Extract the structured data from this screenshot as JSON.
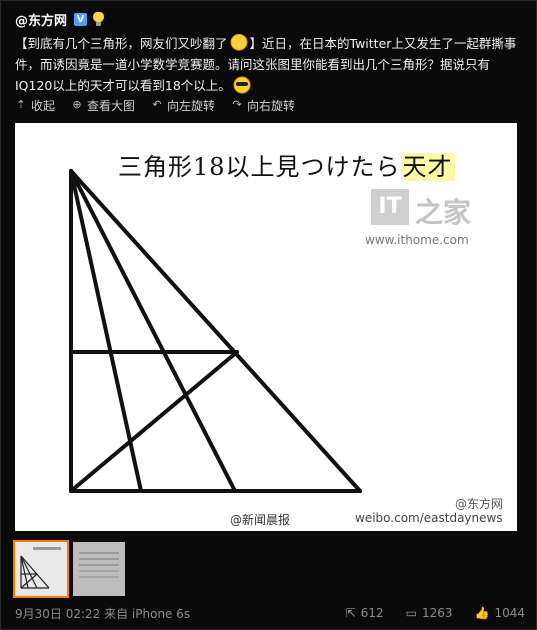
{
  "header": {
    "username": "@东方网",
    "verified_icon": "verified-v-icon",
    "extra_icon": "lightbulb-icon"
  },
  "post": {
    "part1": "【到底有几个三角形，网友们又吵翻了",
    "part2": "】近日，在日本的Twitter上又发生了一起群撕事件，而诱因竟是一道小学数学竞赛题。请问这张图里你能看到出几个三角形？据说只有IQ120以上的天才可以看到18个以上。",
    "emoji1": "angry-emoji-icon",
    "emoji2": "sunglasses-emoji-icon"
  },
  "actions": [
    {
      "label": "收起",
      "icon": "collapse-icon"
    },
    {
      "label": "查看大图",
      "icon": "zoom-in-icon"
    },
    {
      "label": "向左旋转",
      "icon": "rotate-left-icon"
    },
    {
      "label": "向右旋转",
      "icon": "rotate-right-icon"
    }
  ],
  "image": {
    "headline_main": "三角形18以上見つけたら",
    "headline_highlight": "天才",
    "logo_box": "IT",
    "logo_zh": "之家",
    "site_url": "www.ithome.com",
    "watermark_left": "@新闻晨报",
    "watermark_brand": "@东方网",
    "watermark_weibo": "weibo.com/eastdaynews"
  },
  "footer": {
    "meta": "9月30日 02:22 来自 iPhone 6s",
    "reposts": "612",
    "comments": "1263",
    "likes": "1044"
  },
  "colors": {
    "accent_thumb_border": "#ff7a00",
    "verified_blue": "#4aa3ff"
  }
}
